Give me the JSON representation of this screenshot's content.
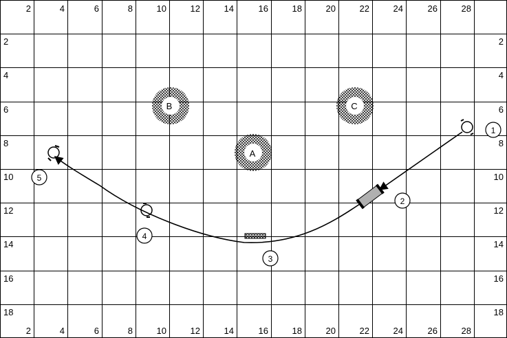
{
  "grid": {
    "top_labels": [
      "2",
      "4",
      "6",
      "8",
      "10",
      "12",
      "14",
      "16",
      "18",
      "20",
      "22",
      "24",
      "26",
      "28"
    ],
    "bottom_labels": [
      "2",
      "4",
      "6",
      "8",
      "10",
      "12",
      "14",
      "16",
      "18",
      "20",
      "22",
      "24",
      "26",
      "28"
    ],
    "left_labels": [
      "2",
      "4",
      "6",
      "8",
      "10",
      "12",
      "14",
      "16",
      "18"
    ],
    "right_labels": [
      "2",
      "4",
      "6",
      "8",
      "10",
      "12",
      "14",
      "16",
      "18"
    ]
  },
  "zones": [
    {
      "label": "A"
    },
    {
      "label": "B"
    },
    {
      "label": "C"
    }
  ],
  "obstacles": [
    {
      "label": "1",
      "type": "hoop"
    },
    {
      "label": "2",
      "type": "tunnel"
    },
    {
      "label": "3",
      "type": "jump"
    },
    {
      "label": "4",
      "type": "hoop"
    },
    {
      "label": "5",
      "type": "hoop"
    }
  ],
  "colors": {
    "grid": "#000000",
    "tunnel_fill": "#b0b0b0",
    "hatch": "#000000"
  }
}
